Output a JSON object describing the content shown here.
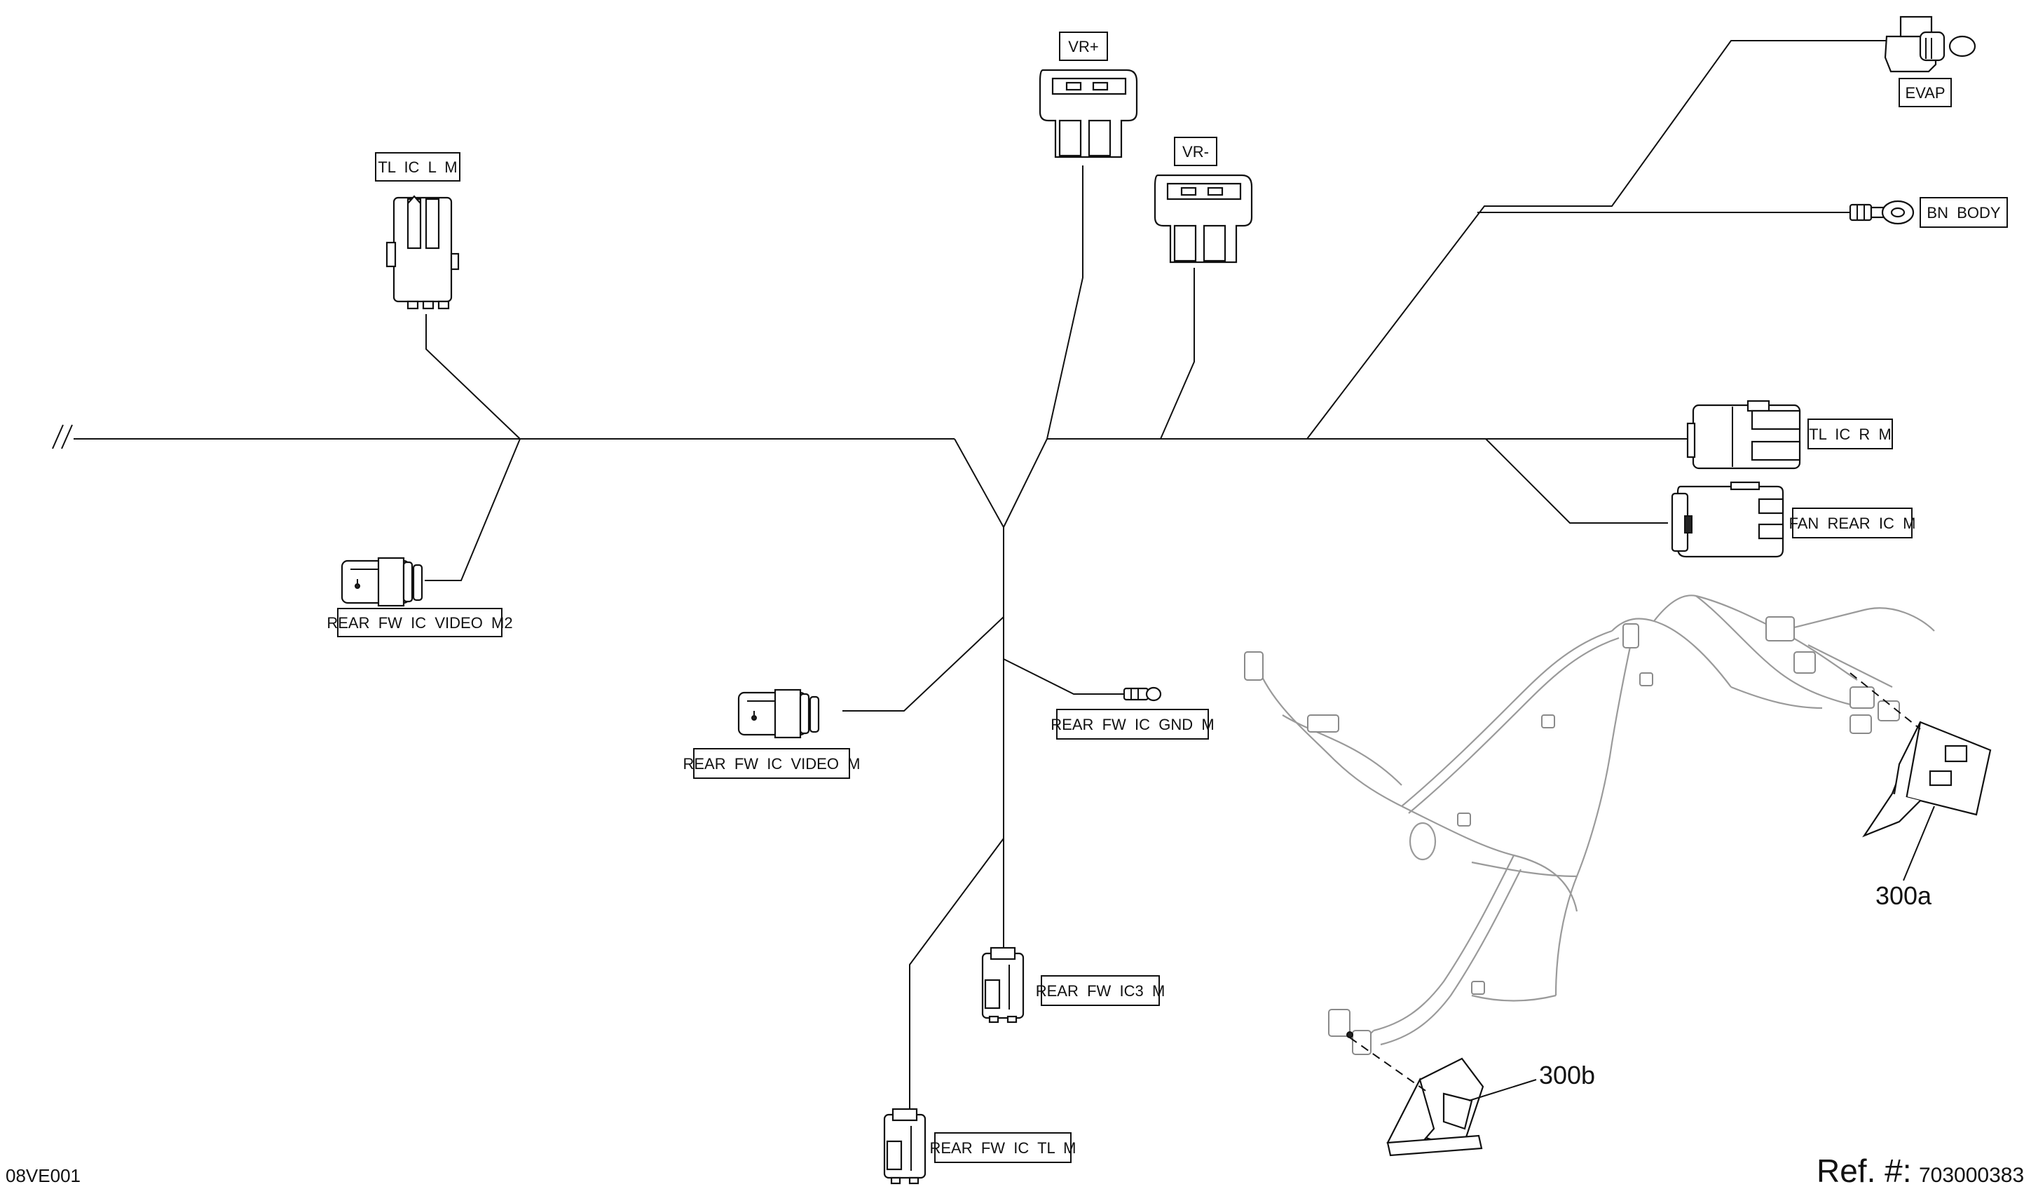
{
  "labels": {
    "tl_ic_l_m": "TL  IC  L  M",
    "vr_plus": "VR+",
    "vr_minus": "VR-",
    "evap": "EVAP",
    "bn_body": "BN  BODY",
    "tl_ic_r_m": "TL  IC  R  M",
    "fan_rear_ic_m": "FAN  REAR  IC  M",
    "rear_fw_ic_video_m2": "REAR  FW  IC  VIDEO  M2",
    "rear_fw_ic_video_m": "REAR  FW  IC  VIDEO  M",
    "rear_fw_ic_gnd_m": "REAR  FW  IC  GND  M",
    "rear_fw_ic3_m": "REAR  FW  IC3  M",
    "rear_fw_ic_tl_m": "REAR  FW  IC  TL  M"
  },
  "callouts": {
    "part_300a": "300a",
    "part_300b": "300b"
  },
  "footer": {
    "drawing_code": "08VE001",
    "ref_label": "Ref. #:",
    "ref_number": "703000383"
  }
}
